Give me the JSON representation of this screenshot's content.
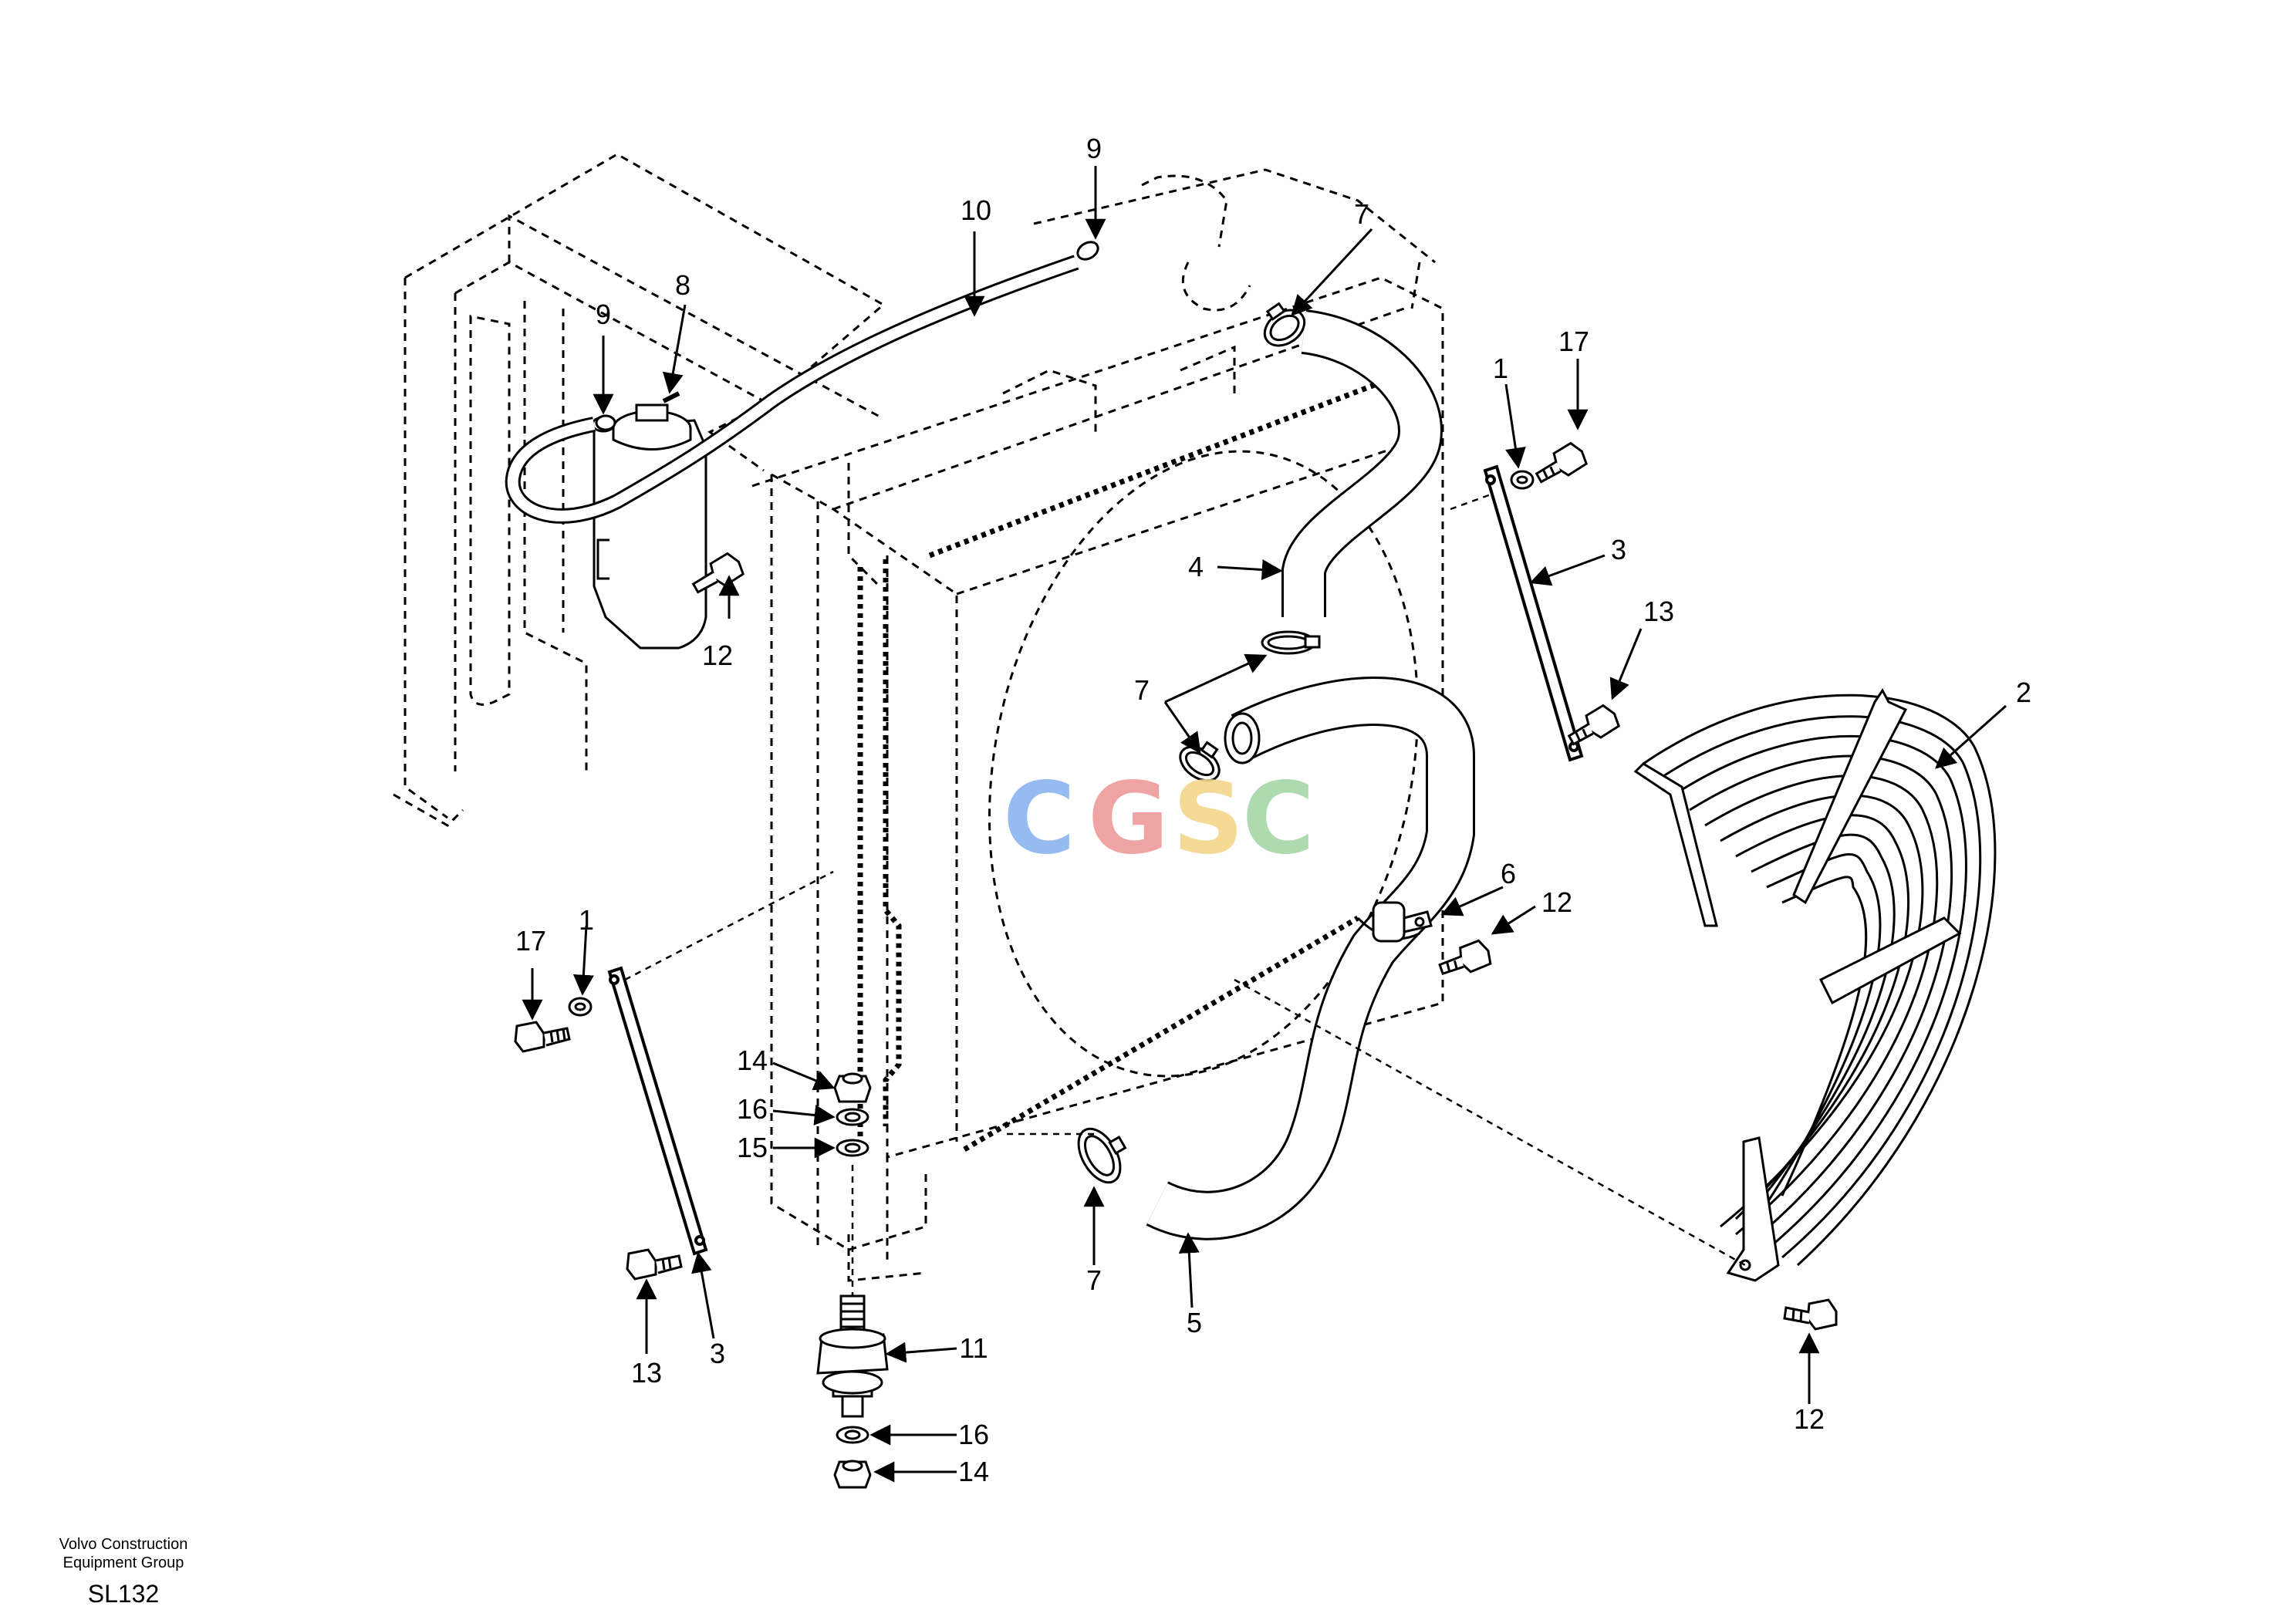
{
  "watermark": {
    "letters": [
      "C",
      "G",
      "S",
      "C"
    ],
    "colors": [
      "#8ab4f0",
      "#ef9a9a",
      "#f5d78a",
      "#a5d6a7"
    ]
  },
  "callouts": {
    "c1_right": "1",
    "c17_right": "17",
    "c3_right": "3",
    "c13_right": "13",
    "c2": "2",
    "c7_top": "7",
    "c9_top": "9",
    "c10": "10",
    "c8": "8",
    "c9_left": "9",
    "c12_tank": "12",
    "c4": "4",
    "c7_mid": "7",
    "c6": "6",
    "c12_clamp": "12",
    "c17_left": "17",
    "c1_left": "1",
    "c14_upper": "14",
    "c16_upper": "16",
    "c15": "15",
    "c7_bottom": "7",
    "c5": "5",
    "c13_left": "13",
    "c3_left": "3",
    "c11": "11",
    "c16_lower": "16",
    "c14_lower": "14",
    "c12_guard": "12"
  },
  "footer": {
    "company_line1": "Volvo Construction",
    "company_line2": "Equipment Group",
    "code": "SL132"
  }
}
